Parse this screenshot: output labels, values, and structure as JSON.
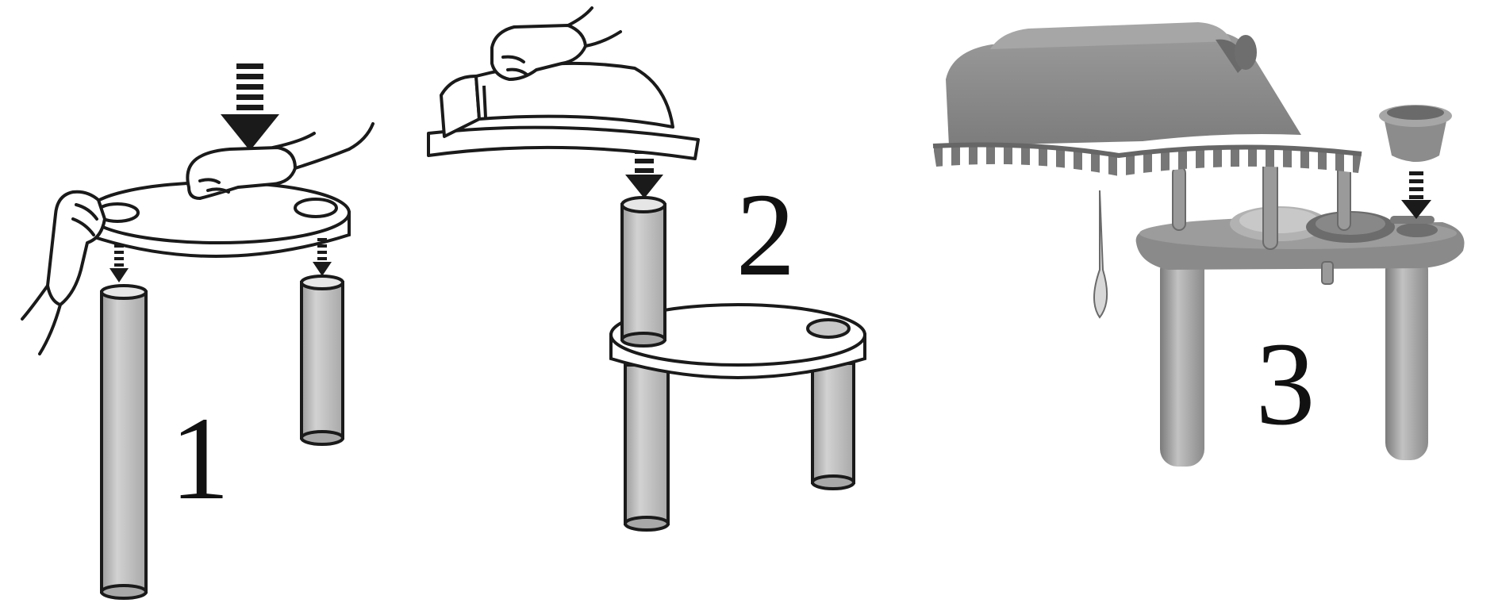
{
  "steps": [
    {
      "number": "1"
    },
    {
      "number": "2"
    },
    {
      "number": "3"
    }
  ],
  "colors": {
    "line": "#1a1a1a",
    "tube_fill": "#c4c4c4",
    "tube_shadow": "#9a9a9a",
    "paper": "#ffffff",
    "render_body": "#8f8f8f",
    "render_dark": "#6e6e6e",
    "render_light": "#b5b5b5"
  },
  "icons": [
    "hand-icon",
    "down-arrow-icon"
  ]
}
